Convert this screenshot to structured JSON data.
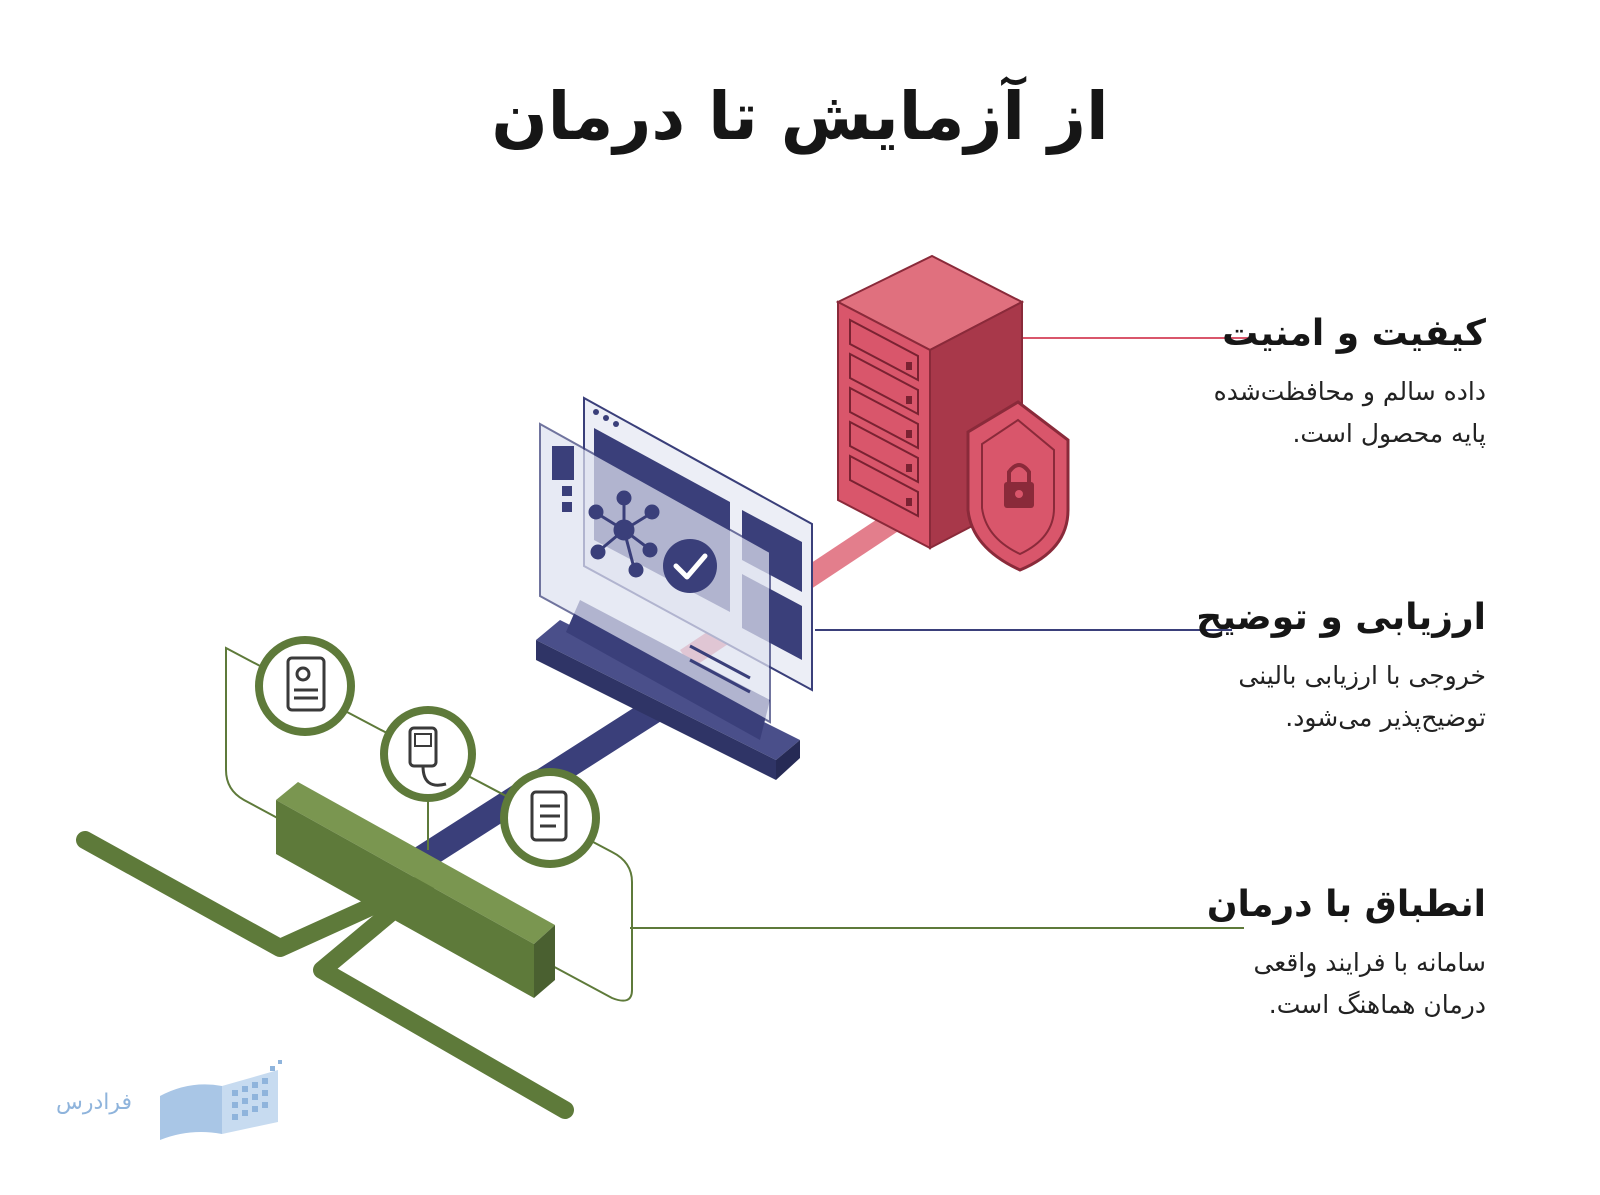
{
  "title": "از آزمایش تا درمان",
  "sections": [
    {
      "key": "quality",
      "heading": "کیفیت و امنیت",
      "lines": [
        "داده سالم و محافظت‌شده",
        "پایه محصول است."
      ],
      "color": "#d9566b"
    },
    {
      "key": "evaluation",
      "heading": "ارزیابی و توضیح",
      "lines": [
        "خروجی با ارزیابی بالینی",
        "توضیح‌پذیر می‌شود."
      ],
      "color": "#3a3f7a"
    },
    {
      "key": "treatment",
      "heading": "انطباق با درمان",
      "lines": [
        "سامانه با فرایند واقعی",
        "درمان هماهنگ است."
      ],
      "color": "#5e7a3a"
    }
  ],
  "icons": [
    "server-icon",
    "shield-lock-icon",
    "network-nodes-icon",
    "checkmark-icon",
    "patient-file-icon",
    "medical-device-icon",
    "clipboard-checklist-icon",
    "book-logo-icon"
  ],
  "brand": {
    "name": "فرادرس",
    "color": "#8fb4dc"
  }
}
